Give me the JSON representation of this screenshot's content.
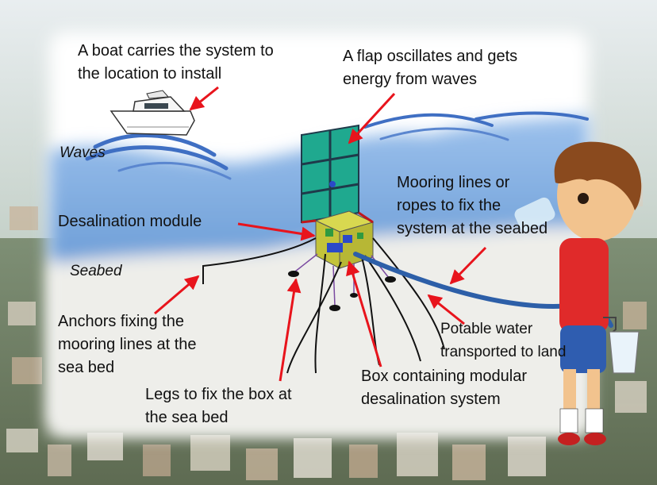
{
  "labels": {
    "boat": [
      "A boat carries the system to",
      "the location to install"
    ],
    "flap": [
      "A flap oscillates and gets",
      "energy from waves"
    ],
    "waves": "Waves",
    "mooring": [
      "Mooring lines or",
      "ropes to fix the",
      "system at the seabed"
    ],
    "desal_module": "Desalination module",
    "seabed": "Seabed",
    "anchors": [
      "Anchors fixing the",
      "mooring lines at the",
      "sea bed"
    ],
    "potable": [
      "Potable water",
      "transported to land"
    ],
    "box": [
      "Box containing modular",
      "desalination system"
    ],
    "legs": [
      "Legs to fix the box at",
      "the sea bed"
    ]
  },
  "colors": {
    "arrow": "#e8141c",
    "sea": "#7aaae0",
    "wave_dark": "#3f6fc3",
    "panel": "#1fa98f",
    "seabed": "#eeeeea",
    "box": "#c9c93a",
    "pipe": "#2d5fa8"
  }
}
